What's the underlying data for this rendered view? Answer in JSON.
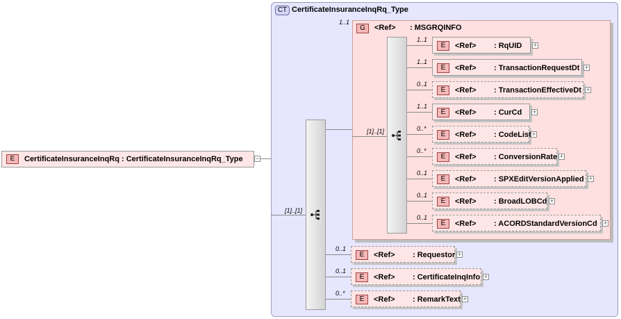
{
  "complex_type": {
    "badge": "CT",
    "name": "CertificateInsuranceInqRq_Type"
  },
  "root_element": {
    "badge": "E",
    "label": "CertificateInsuranceInqRq : CertificateInsuranceInqRq_Type",
    "toggle": "−"
  },
  "outer_sequence": {
    "cardinality": "[1]..[1]"
  },
  "group": {
    "badge": "G",
    "ref": "<Ref>",
    "name": ": MSGRQINFO",
    "cardinality": "1..1"
  },
  "inner_sequence": {
    "cardinality": "[1]..[1]"
  },
  "group_elements": [
    {
      "badge": "E",
      "ref": "<Ref>",
      "name": ": RqUID",
      "cardinality": "1..1",
      "optional": false
    },
    {
      "badge": "E",
      "ref": "<Ref>",
      "name": ": TransactionRequestDt",
      "cardinality": "1..1",
      "optional": false
    },
    {
      "badge": "E",
      "ref": "<Ref>",
      "name": ": TransactionEffectiveDt",
      "cardinality": "0..1",
      "optional": true
    },
    {
      "badge": "E",
      "ref": "<Ref>",
      "name": ": CurCd",
      "cardinality": "1..1",
      "optional": false
    },
    {
      "badge": "E",
      "ref": "<Ref>",
      "name": ": CodeList",
      "cardinality": "0..*",
      "optional": true
    },
    {
      "badge": "E",
      "ref": "<Ref>",
      "name": ": ConversionRate",
      "cardinality": "0..*",
      "optional": true
    },
    {
      "badge": "E",
      "ref": "<Ref>",
      "name": ": SPXEditVersionApplied",
      "cardinality": "0..1",
      "optional": true
    },
    {
      "badge": "E",
      "ref": "<Ref>",
      "name": ": BroadLOBCd",
      "cardinality": "0..1",
      "optional": true
    },
    {
      "badge": "E",
      "ref": "<Ref>",
      "name": ": ACORDStandardVersionCd",
      "cardinality": "0..1",
      "optional": true
    }
  ],
  "outer_elements": [
    {
      "badge": "E",
      "ref": "<Ref>",
      "name": ": Requestor",
      "cardinality": "0..1",
      "optional": true
    },
    {
      "badge": "E",
      "ref": "<Ref>",
      "name": ": CertificateInqInfo",
      "cardinality": "0..1",
      "optional": true
    },
    {
      "badge": "E",
      "ref": "<Ref>",
      "name": ": RemarkText",
      "cardinality": "0..*",
      "optional": true
    }
  ],
  "expand_symbol": "+",
  "colors": {
    "complex_type_bg": "#e6e6ff",
    "group_bg": "#ffe0e0",
    "element_bg": "#ffe6e6",
    "badge_bg": "#f5b8b8"
  }
}
